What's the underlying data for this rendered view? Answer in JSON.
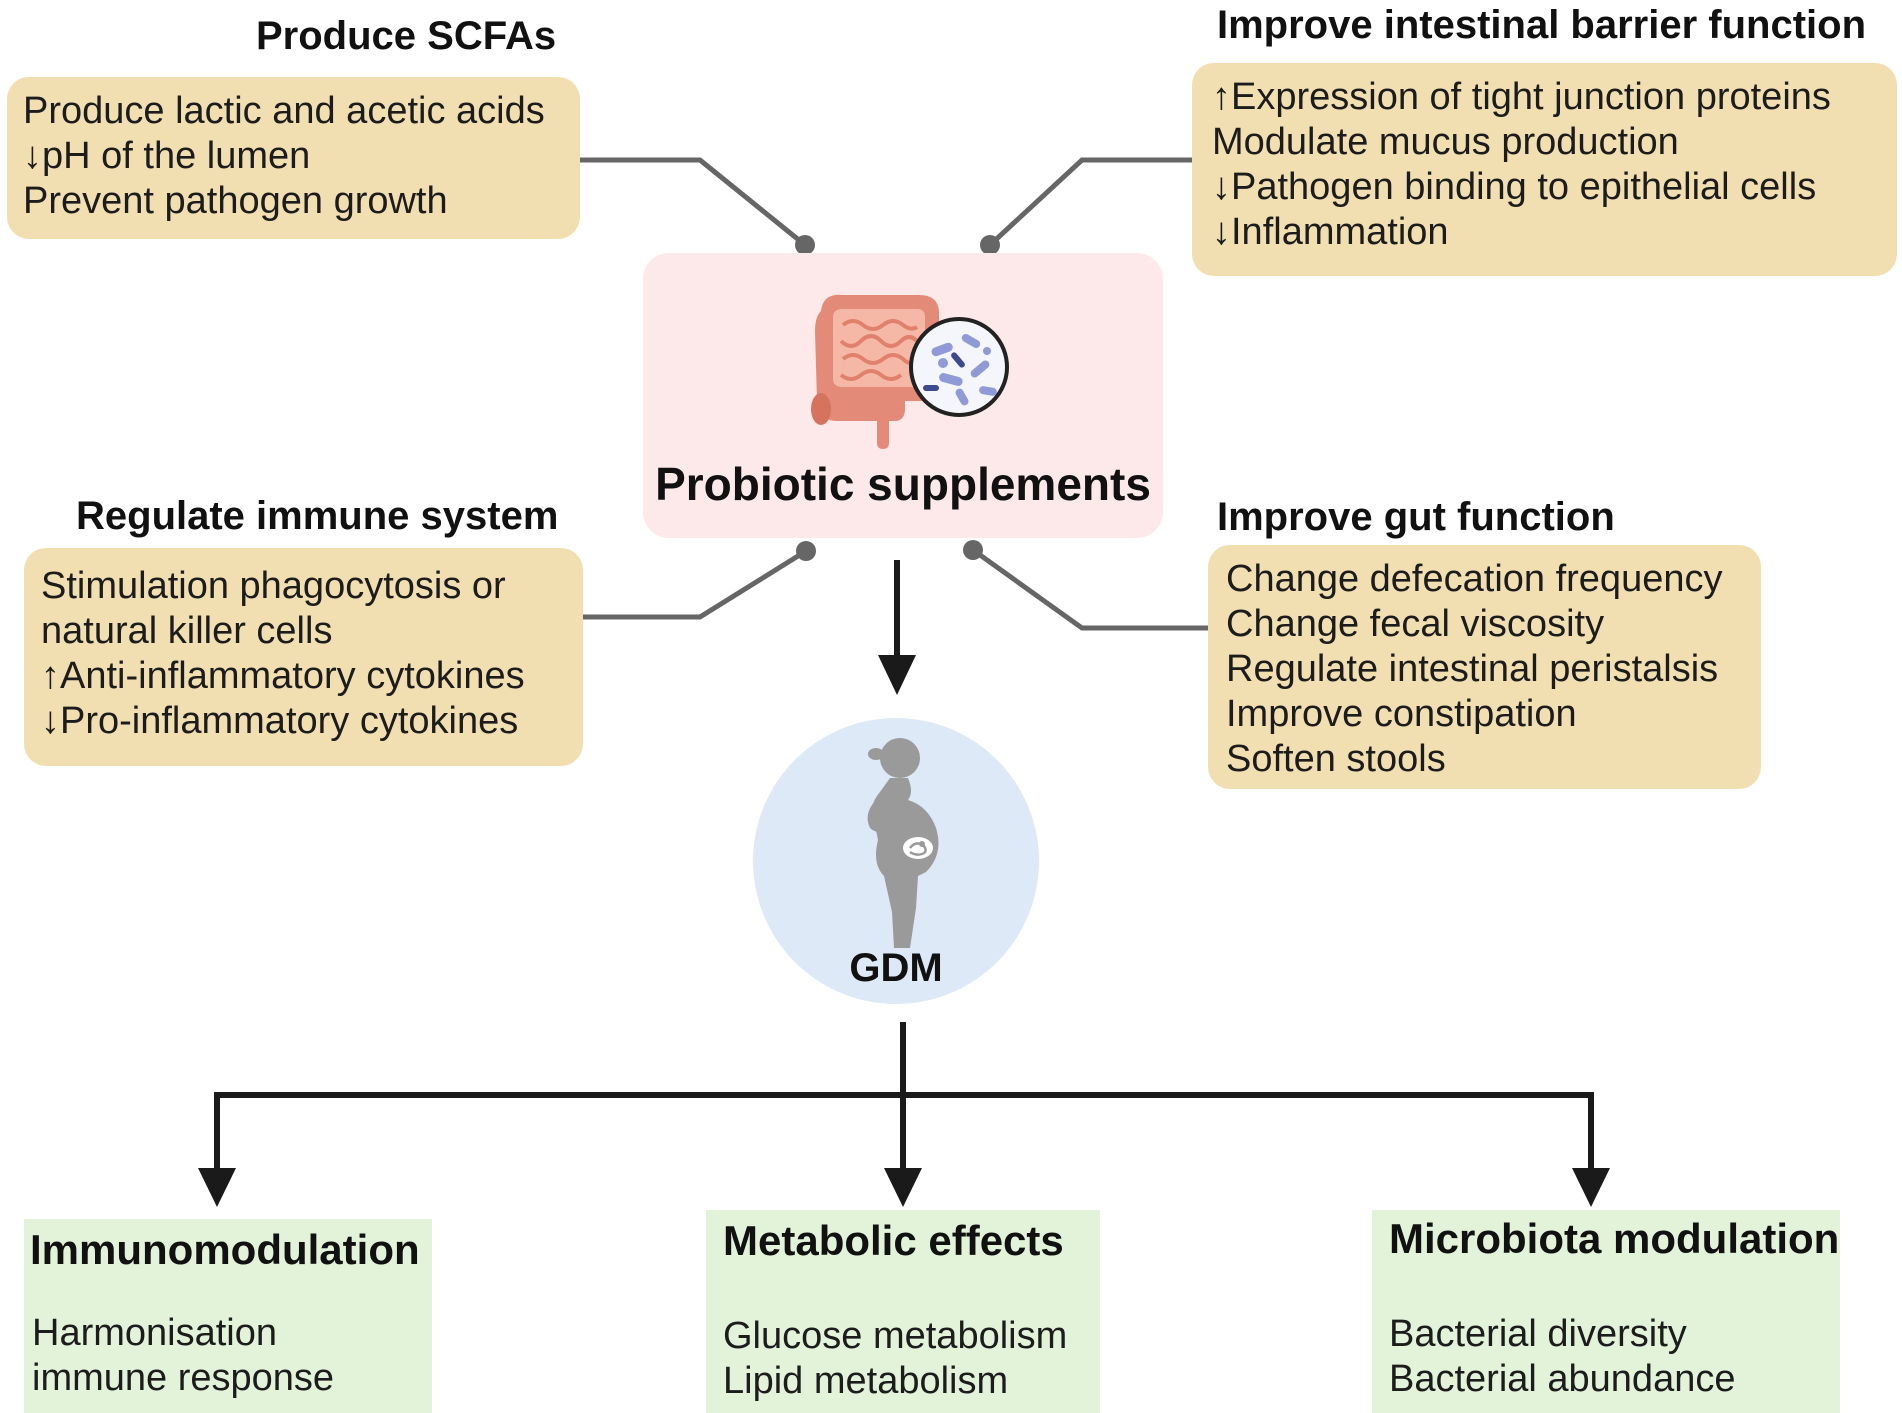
{
  "center": {
    "title": "Probiotic supplements",
    "illustration": "gut-with-bacteria-icon"
  },
  "top_left": {
    "heading": "Produce SCFAs",
    "lines": [
      "Produce lactic and acetic acids",
      "↓pH of the lumen",
      "Prevent pathogen growth"
    ]
  },
  "top_right": {
    "heading": "Improve intestinal barrier function",
    "lines": [
      "↑Expression of tight junction proteins",
      "Modulate mucus production",
      "↓Pathogen binding to epithelial cells",
      "↓Inflammation"
    ]
  },
  "mid_left": {
    "heading": "Regulate immune system",
    "lines": [
      "Stimulation phagocytosis or",
      "natural killer cells",
      "↑Anti-inflammatory cytokines",
      "↓Pro-inflammatory cytokines"
    ]
  },
  "mid_right": {
    "heading": "Improve gut function",
    "lines": [
      "Change defecation frequency",
      "Change fecal viscosity",
      "Regulate intestinal peristalsis",
      "Improve constipation",
      "Soften stools"
    ]
  },
  "gdm": {
    "label": "GDM",
    "illustration": "pregnant-woman-icon"
  },
  "outcomes": [
    {
      "title": "Immunomodulation",
      "lines": [
        "Harmonisation",
        "immune response"
      ]
    },
    {
      "title": "Metabolic effects",
      "lines": [
        "Glucose metabolism",
        "Lipid metabolism"
      ]
    },
    {
      "title": "Microbiota modulation",
      "lines": [
        "Bacterial diversity",
        "Bacterial abundance"
      ]
    }
  ],
  "colors": {
    "tan_box": "#f1dfb2",
    "center_box": "#fde8ea",
    "gdm_circle": "#dde9f6",
    "green_box": "#e2f3da",
    "connector": "#666666",
    "arrow": "#1a1a1a"
  }
}
